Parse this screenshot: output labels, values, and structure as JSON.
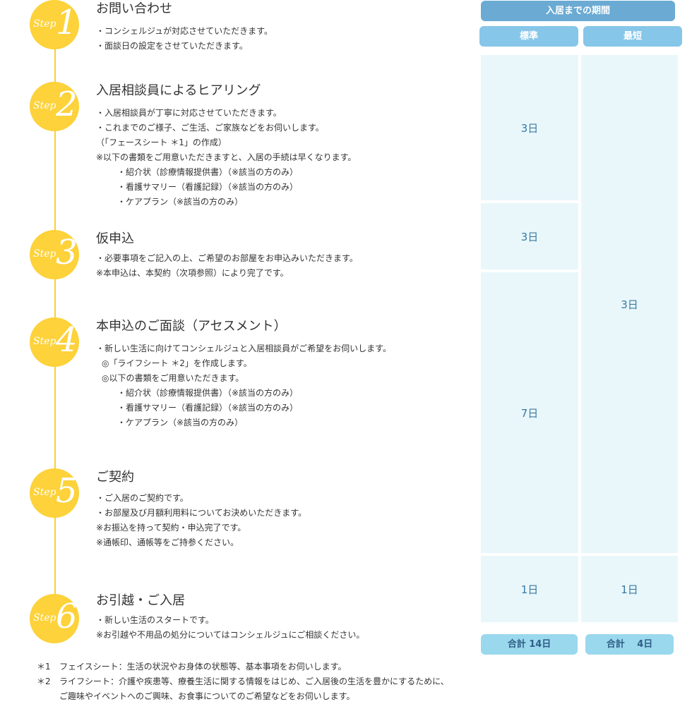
{
  "steps": [
    {
      "word": "Step",
      "number": "1",
      "title": "お問い合わせ",
      "lines": [
        {
          "text": "・コンシェルジュが対応させていただきます。",
          "indent": 0
        },
        {
          "text": "・面談日の設定をさせていただきます。",
          "indent": 0
        }
      ]
    },
    {
      "word": "Step",
      "number": "2",
      "title": "入居相談員によるヒアリング",
      "lines": [
        {
          "text": "・入居相談員が丁寧に対応させていただきます。",
          "indent": 0
        },
        {
          "text": "・これまでのご様子、ご生活、ご家族などをお伺いします。",
          "indent": 0
        },
        {
          "text": "（「フェースシート ＊1」の作成）",
          "indent": 0
        },
        {
          "text": "※以下の書類をご用意いただきますと、入居の手続は早くなります。",
          "indent": 0
        },
        {
          "text": "・紹介状（診療情報提供書）（※該当の方のみ）",
          "indent": 2
        },
        {
          "text": "・看護サマリー（看護記録）（※該当の方のみ）",
          "indent": 2
        },
        {
          "text": "・ケアプラン（※該当の方のみ）",
          "indent": 2
        }
      ]
    },
    {
      "word": "Step",
      "number": "3",
      "title": "仮申込",
      "lines": [
        {
          "text": "・必要事項をご記入の上、ご希望のお部屋をお申込みいただきます。",
          "indent": 0
        },
        {
          "text": "※本申込は、本契約（次項参照）により完了です。",
          "indent": 0
        }
      ]
    },
    {
      "word": "Step",
      "number": "4",
      "title": "本申込のご面談（アセスメント）",
      "lines": [
        {
          "text": "・新しい生活に向けてコンシェルジュと入居相談員がご希望をお伺いします。",
          "indent": 0
        },
        {
          "text": "◎「ライフシート ＊2」を作成します。",
          "indent": 1
        },
        {
          "text": "◎以下の書類をご用意いただきます。",
          "indent": 1
        },
        {
          "text": "・紹介状（診療情報提供書）（※該当の方のみ）",
          "indent": 2
        },
        {
          "text": "・看護サマリー（看護記録）（※該当の方のみ）",
          "indent": 2
        },
        {
          "text": "・ケアプラン（※該当の方のみ）",
          "indent": 2
        }
      ]
    },
    {
      "word": "Step",
      "number": "5",
      "title": "ご契約",
      "lines": [
        {
          "text": "・ご入居のご契約です。",
          "indent": 0
        },
        {
          "text": "・お部屋及び月額利用料についてお決めいただきます。",
          "indent": 0
        },
        {
          "text": "※お振込を持って契約・申込完了です。",
          "indent": 0
        },
        {
          "text": "※通帳印、通帳等をご持参ください。",
          "indent": 0
        }
      ]
    },
    {
      "word": "Step",
      "number": "6",
      "title": "お引越・ご入居",
      "lines": [
        {
          "text": "・新しい生活のスタートです。",
          "indent": 0
        },
        {
          "text": "※お引越や不用品の処分についてはコンシェルジュにご相談ください。",
          "indent": 0
        }
      ]
    }
  ],
  "period": {
    "header": "入居までの期間",
    "standard_label": "標準",
    "shortest_label": "最短",
    "standard_cells": [
      "3日",
      "3日",
      "7日",
      "1日"
    ],
    "shortest_cells": [
      "3日",
      "1日"
    ],
    "standard_total": "合計 14日",
    "shortest_total": "合計　 4日"
  },
  "footnotes": [
    {
      "mark": "＊1",
      "term": "フェイスシート",
      "text": "：生活の状況やお身体の状態等、基本事項をお伺いします。",
      "cont": ""
    },
    {
      "mark": "＊2",
      "term": "ライフシート",
      "text": "：介護や疾患等、療養生活に関する情報をはじめ、ご入居後の生活を豊かにするために、",
      "cont": "ご趣味やイベントへのご興味、お食事についてのご希望などをお伺いします。"
    }
  ],
  "colors": {
    "step_circle": "#fdd23a",
    "period_header": "#6aaad3",
    "column_header": "#86c6e8",
    "cell_background": "#e9f7fb",
    "total_background": "#9ad8ee"
  }
}
